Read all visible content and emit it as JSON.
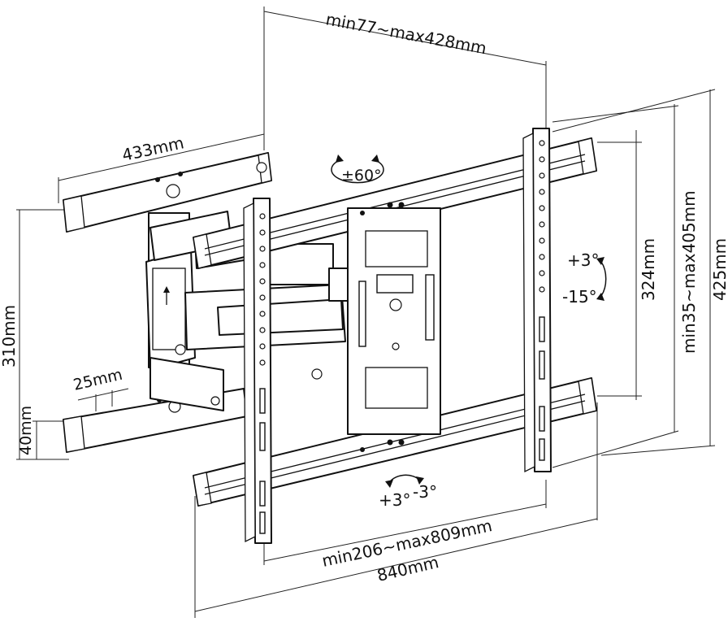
{
  "labels": {
    "arm_extension": "min77~max428mm",
    "arm_length": "433mm",
    "swivel": "±60°",
    "tilt_up": "+3°",
    "tilt_down": "-15°",
    "vesa_height": "324mm",
    "height_range": "min35~max405mm",
    "total_height": "425mm",
    "wall_plate_height": "310mm",
    "rail_width": "25mm",
    "rail_height": "40mm",
    "level_plus": "+3°",
    "level_minus": "-3°",
    "vesa_width": "min206~max809mm",
    "total_width": "840mm"
  }
}
